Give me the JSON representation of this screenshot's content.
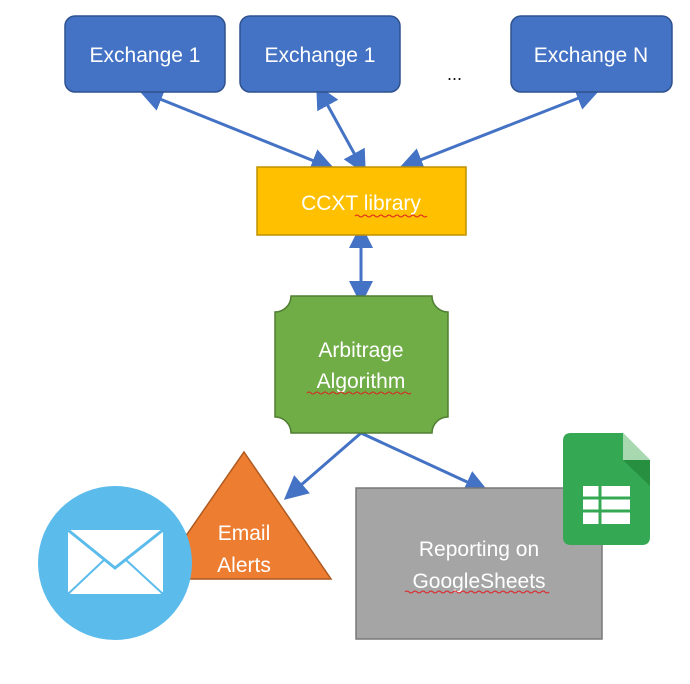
{
  "exchanges": [
    {
      "label": "Exchange 1"
    },
    {
      "label": "Exchange 1"
    },
    {
      "label": "Exchange N"
    }
  ],
  "ellipsis": "...",
  "ccxt": {
    "label_prefix": "CCXT ",
    "label_word": "library"
  },
  "algorithm": {
    "line1": "Arbitrage",
    "line2": "Algorithm"
  },
  "email": {
    "line1": "Email",
    "line2": "Alerts"
  },
  "reporting": {
    "line1": "Reporting on",
    "line2": "GoogleSheets"
  },
  "colors": {
    "exchange_fill": "#4472c4",
    "exchange_stroke": "#2f528f",
    "ccxt_fill": "#ffc000",
    "algorithm_fill": "#70ad47",
    "email_fill": "#ed7d31",
    "reporting_fill": "#a5a5a5",
    "arrow": "#4472c4",
    "mail_circle": "#5bbcec",
    "sheets_green": "#34a853"
  },
  "icons": {
    "mail": "envelope-icon",
    "sheets": "google-sheets-icon"
  }
}
